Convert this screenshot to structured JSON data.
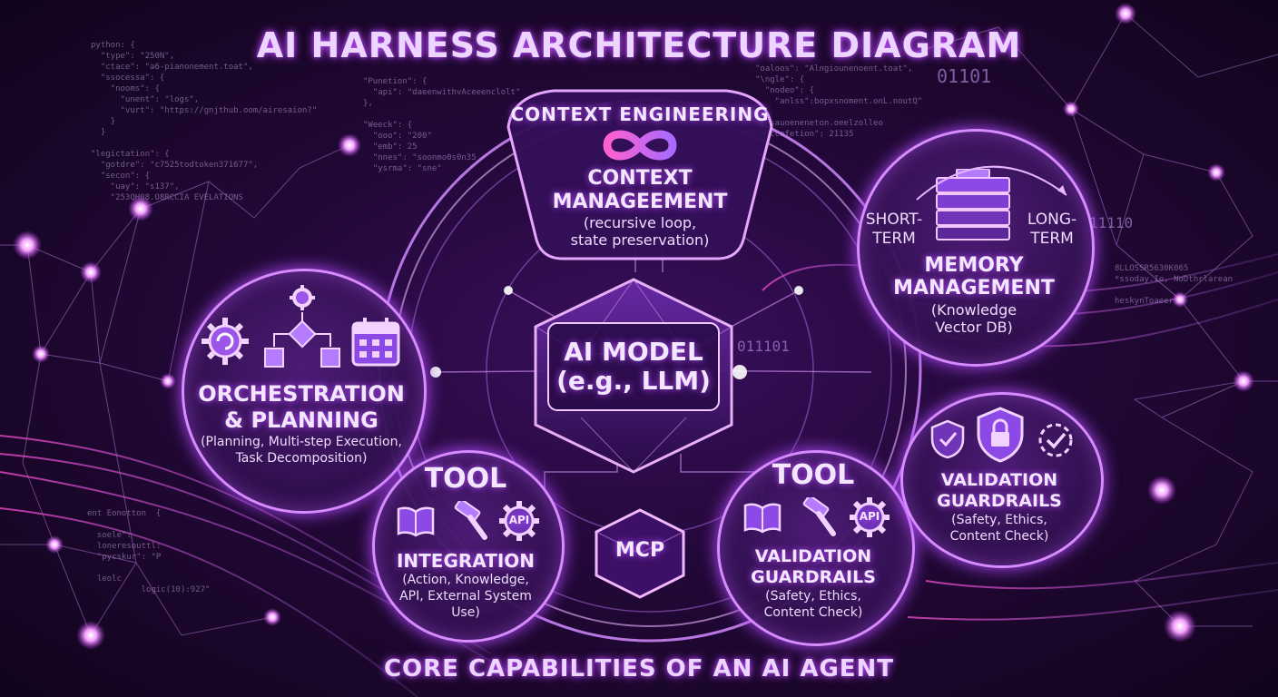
{
  "title": "AI HARNESS ARCHITECTURE DIAGRAM",
  "footer": "CORE CAPABILITIES OF AN AI AGENT",
  "code_left": "python: {\n  \"type\": \"250N\",\n  \"ctace\": \"a6-pianonement.toat\",\n  \"ssocessa\": {\n    \"nooms\": {\n      \"unent\": \"logs\",\n      \"vurt\": \"https://gnjthub.oom/airesaion?\"\n    }\n  }\n\n\"legictation\": {\n  \"gotdre\": \"c7525todtoken371677\",\n  \"secon\": {\n    \"uay\": \"s137\",\n    \"253QH08.O8RCCIA EVELATIONS",
  "code_center": "\"Punetion\": {\n  \"api\": \"daeenwithvAceeenclolt\"\n},\n\n\"Weeck\": {\n  \"ooo\": \"200\"\n  \"emb\": 25\n  \"nnes\": \"soonmo0s0n35\n  \"ysrma\": \"sne\"",
  "code_right": "\"oaloos\": \"Alngiounenoent.toat\",\n\"\\ngle\": {\n  \"nodeo\": {\n    \"anlss\":bopxsnoment.onL.noutQ\"\n\n  \"sauoeneneton.oeelzolleo\n  \"ccefetion\": 21135",
  "code_far_right": "8LLOSSR5630K065\n*ssoday.Io, NoDthrlarean\n\nheskynToaeer",
  "code_bottom_left": "ent Eonotton  {\n\n  soele\":\n  loneresouttl:\n  \"pycskur\": \"P\n\n  leolc\n           logic(10):927\"",
  "binary": [
    "01101",
    "011101",
    "11110"
  ],
  "context_engineering": {
    "heading": "CONTEXT ENGINEERING",
    "title": "CONTEXT\nMANAGEEMENT",
    "desc": "(recursive loop,\nstate preservation)",
    "icon": "infinity-icon"
  },
  "memory": {
    "short_label": "SHORT-\nTERM",
    "long_label": "LONG-\nTERM",
    "title": "MEMORY\nMANAGEMENT",
    "desc": "(Knowledge\nVector DB)",
    "icon": "server-stack-icon"
  },
  "orchestration": {
    "title": "ORCHESTRATION\n& PLANNING",
    "desc": "(Planning, Multi-step Execution,\nTask Decomposition)",
    "icons": [
      "gear-refresh-icon",
      "workflow-icon",
      "calendar-icon"
    ]
  },
  "ai_model": {
    "title": "AI MODEL\n(e.g., LLM)"
  },
  "mcp": {
    "label": "MCP"
  },
  "tool_integration": {
    "title": "TOOL",
    "subtitle": "INTEGRATION",
    "desc": "(Action, Knowledge,\nAPI, External System\nUse)",
    "api_label": "API"
  },
  "tool_validation": {
    "title": "TOOL",
    "subtitle": "VALIDATION\nGUARDRAILS",
    "desc": "(Safety, Ethics,\nContent Check)",
    "api_label": "API"
  },
  "validation": {
    "title": "VALIDATION\nGUARDRAILS",
    "desc": "(Safety, Ethics,\nContent Check)",
    "icons": [
      "shield-check-icon",
      "shield-lock-icon",
      "gear-check-icon"
    ]
  },
  "colors": {
    "accent": "#d78bff",
    "glow": "#b34cff",
    "background": "#220838"
  }
}
